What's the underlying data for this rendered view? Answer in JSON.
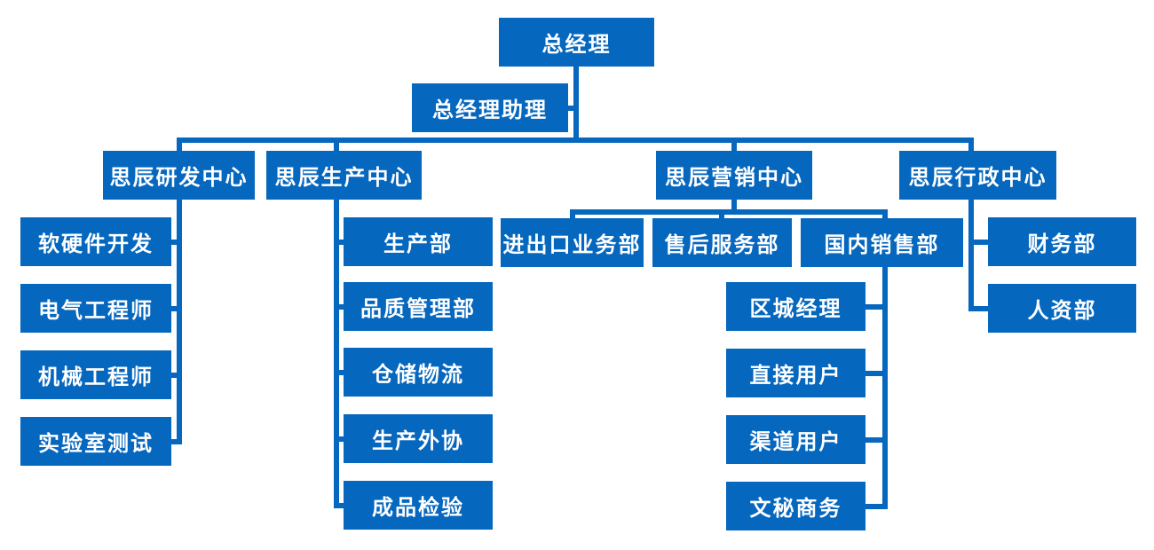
{
  "colors": {
    "box_fill": "#0667be",
    "line": "#0667be",
    "text": "#ffffff"
  },
  "org": {
    "root": {
      "label": "总经理"
    },
    "assistant": {
      "label": "总经理助理"
    },
    "centers": [
      {
        "label": "思辰研发中心",
        "children": [
          {
            "label": "软硬件开发"
          },
          {
            "label": "电气工程师"
          },
          {
            "label": "机械工程师"
          },
          {
            "label": "实验室测试"
          }
        ]
      },
      {
        "label": "思辰生产中心",
        "children": [
          {
            "label": "生产部"
          },
          {
            "label": "品质管理部"
          },
          {
            "label": "仓储物流"
          },
          {
            "label": "生产外协"
          },
          {
            "label": "成品检验"
          }
        ]
      },
      {
        "label": "思辰营销中心",
        "children": [
          {
            "label": "进出口业务部"
          },
          {
            "label": "售后服务部"
          },
          {
            "label": "国内销售部",
            "children": [
              {
                "label": "区城经理"
              },
              {
                "label": "直接用户"
              },
              {
                "label": "渠道用户"
              },
              {
                "label": "文秘商务"
              }
            ]
          }
        ]
      },
      {
        "label": "思辰行政中心",
        "children": [
          {
            "label": "财务部"
          },
          {
            "label": "人资部"
          }
        ]
      }
    ]
  }
}
